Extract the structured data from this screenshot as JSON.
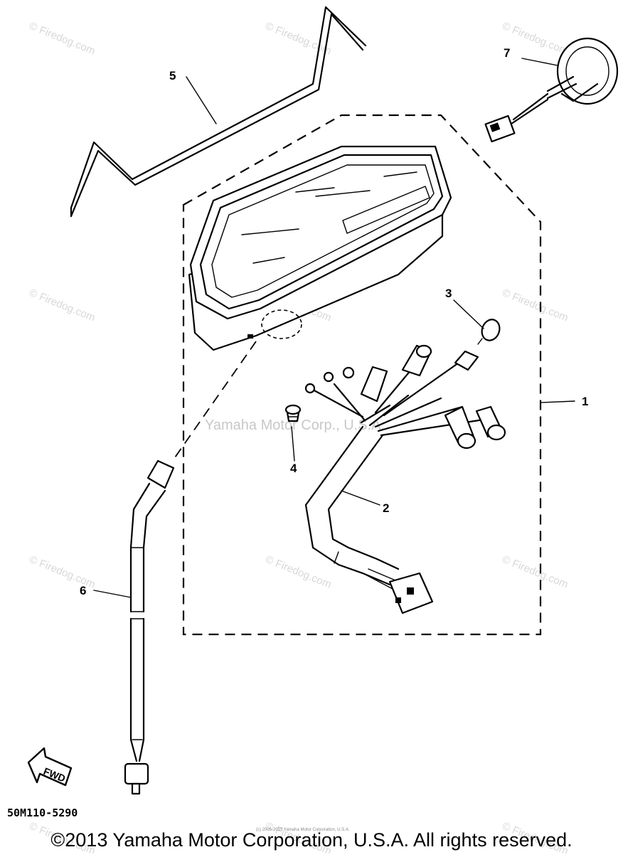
{
  "watermarks": {
    "firedog": "© Firedog.com",
    "dealer": "Yamaha Motor Corp., U.S.A.",
    "tiny_footer": "(c) 2005-2015 Yamaha Motor Corporation, U.S.A."
  },
  "callouts": {
    "part1": "1",
    "part2": "2",
    "part3": "3",
    "part4": "4",
    "part5": "5",
    "part6": "6",
    "part7": "7"
  },
  "fwd_label": "FWD",
  "diagram_code": "50M110-5290",
  "copyright": "©2013 Yamaha Motor Corporation, U.S.A. All rights reserved."
}
